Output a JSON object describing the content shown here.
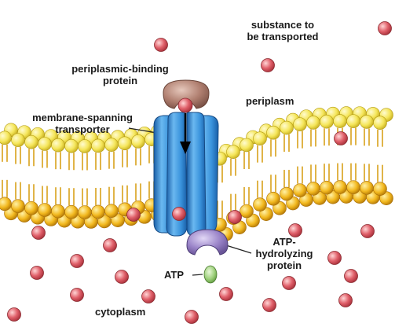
{
  "labels": {
    "substance_line1": "substance to",
    "substance_line2": "be transported",
    "binding_line1": "periplasmic-binding",
    "binding_line2": "protein",
    "periplasm": "periplasm",
    "transporter_line1": "membrane-spanning",
    "transporter_line2": "transporter",
    "atpase_line1": "ATP-",
    "atpase_line2": "hydrolyzing",
    "atpase_line3": "protein",
    "atp": "ATP",
    "cytoplasm": "cytoplasm"
  },
  "colors": {
    "lipid_head_top": "#f5e65a",
    "lipid_head_bottom": "#f2b81e",
    "lipid_tail": "#d9a21a",
    "substance": "#e0606a",
    "binding_protein": "#b07f70",
    "transporter": "#3a93dc",
    "atpase": "#9a84c8",
    "atp": "#9ed07c"
  },
  "icons": {
    "substance": "red-molecule-sphere",
    "atp": "green-oval",
    "arrow": "down-arrow"
  }
}
